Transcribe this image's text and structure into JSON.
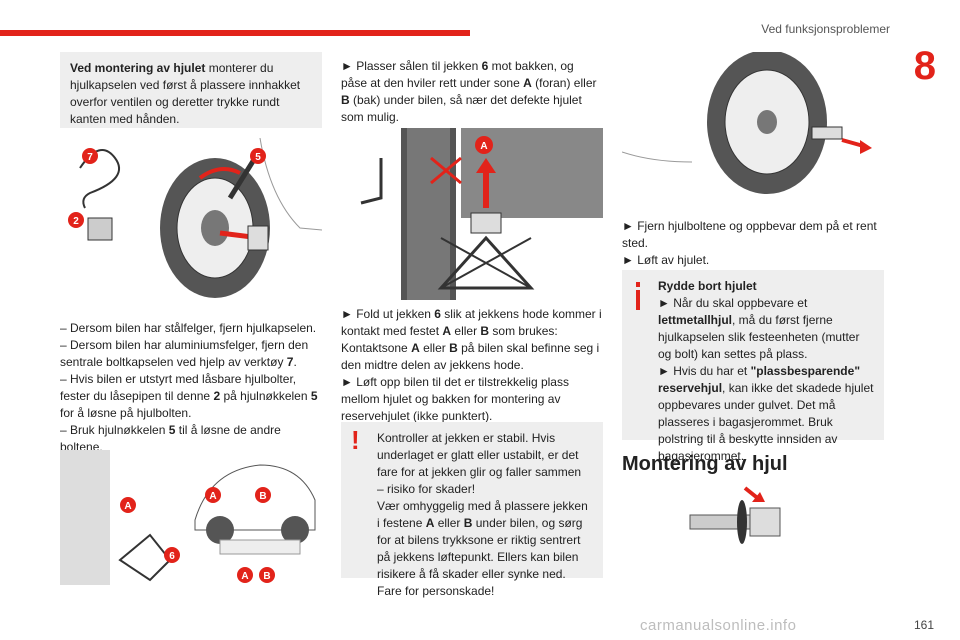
{
  "header": {
    "section_title": "Ved funksjonsproblemer",
    "chapter_number": "8",
    "accent_color": "#e2231a"
  },
  "col1": {
    "box": {
      "bold": "Ved montering av hjulet",
      "text": " monterer du hjulkapselen ved først å plassere innhakket overfor ventilen og deretter trykke rundt kanten med hånden."
    },
    "fig1_labels": [
      "7",
      "5",
      "2"
    ],
    "lines": [
      "– Dersom bilen har stålfelger, fjern hjulkapselen.",
      "– Dersom bilen har aluminiumsfelger, fjern den sentrale boltkapselen ved hjelp av verktøy ",
      "7",
      ".",
      "– Hvis bilen er utstyrt med låsbare hjulbolter, fester du låsepipen til denne ",
      "2",
      " på hjulnøkkelen ",
      "5",
      " for å løsne på hjulbolten.",
      "– Bruk hjulnøkkelen ",
      "5",
      " til å løsne de andre boltene."
    ],
    "fig2_labels": [
      "A",
      "B",
      "A",
      "6",
      "A",
      "B"
    ]
  },
  "col2": {
    "p1": [
      "► Plasser sålen til jekken ",
      "6",
      " mot bakken, og påse at den hviler rett under sone ",
      "A",
      " (foran) eller ",
      "B",
      " (bak) under bilen, så nær det defekte hjulet som mulig."
    ],
    "fig3_label": "A",
    "p2": [
      "► Fold ut jekken ",
      "6",
      " slik at jekkens hode kommer i kontakt med festet ",
      "A",
      " eller ",
      "B",
      " som brukes:",
      "Kontaktsone ",
      "A",
      " eller ",
      "B",
      " på bilen skal befinne seg i den midtre delen av jekkens hode."
    ],
    "p3": "► Løft opp bilen til det er tilstrekkelig plass mellom hjulet og bakken for montering av reservehjulet (ikke punktert).",
    "warning": {
      "icon": "!",
      "text1": "Kontroller at jekken er stabil. Hvis underlaget er glatt eller ustabilt, er det fare for at jekken glir og faller sammen",
      "text2": "– risiko for skader!",
      "text3a": "Vær omhyggelig med å plassere jekken i festene ",
      "A": "A",
      "text3b": " eller ",
      "B": "B",
      "text3c": " under bilen, og sørg for at bilens trykksone er riktig sentrert på jekkens løftepunkt. Ellers kan bilen risikere å få skader eller synke ned. Fare for personskade!"
    }
  },
  "col3": {
    "p1": "► Fjern hjulboltene og oppbevar dem på et rent sted.",
    "p2": "► Løft av hjulet.",
    "info": {
      "title": "Rydde bort hjulet",
      "l1": "► Når du skal oppbevare et ",
      "l1b": "lettmetallhjul",
      "l1c": ", må du først fjerne hjulkapselen slik festeenheten (mutter og bolt) kan settes på plass.",
      "l2": "► Hvis du har et ",
      "l2b": "\"plassbesparende\" reservehjul",
      "l2c": ", kan ikke det skadede hjulet oppbevares under gulvet. Det må plasseres i bagasjerommet. Bruk polstring til å beskytte innsiden av bagasjerommet."
    },
    "heading": "Montering av hjul"
  },
  "footer": {
    "page_number": "161",
    "watermark": "carmanualsonline.info"
  }
}
